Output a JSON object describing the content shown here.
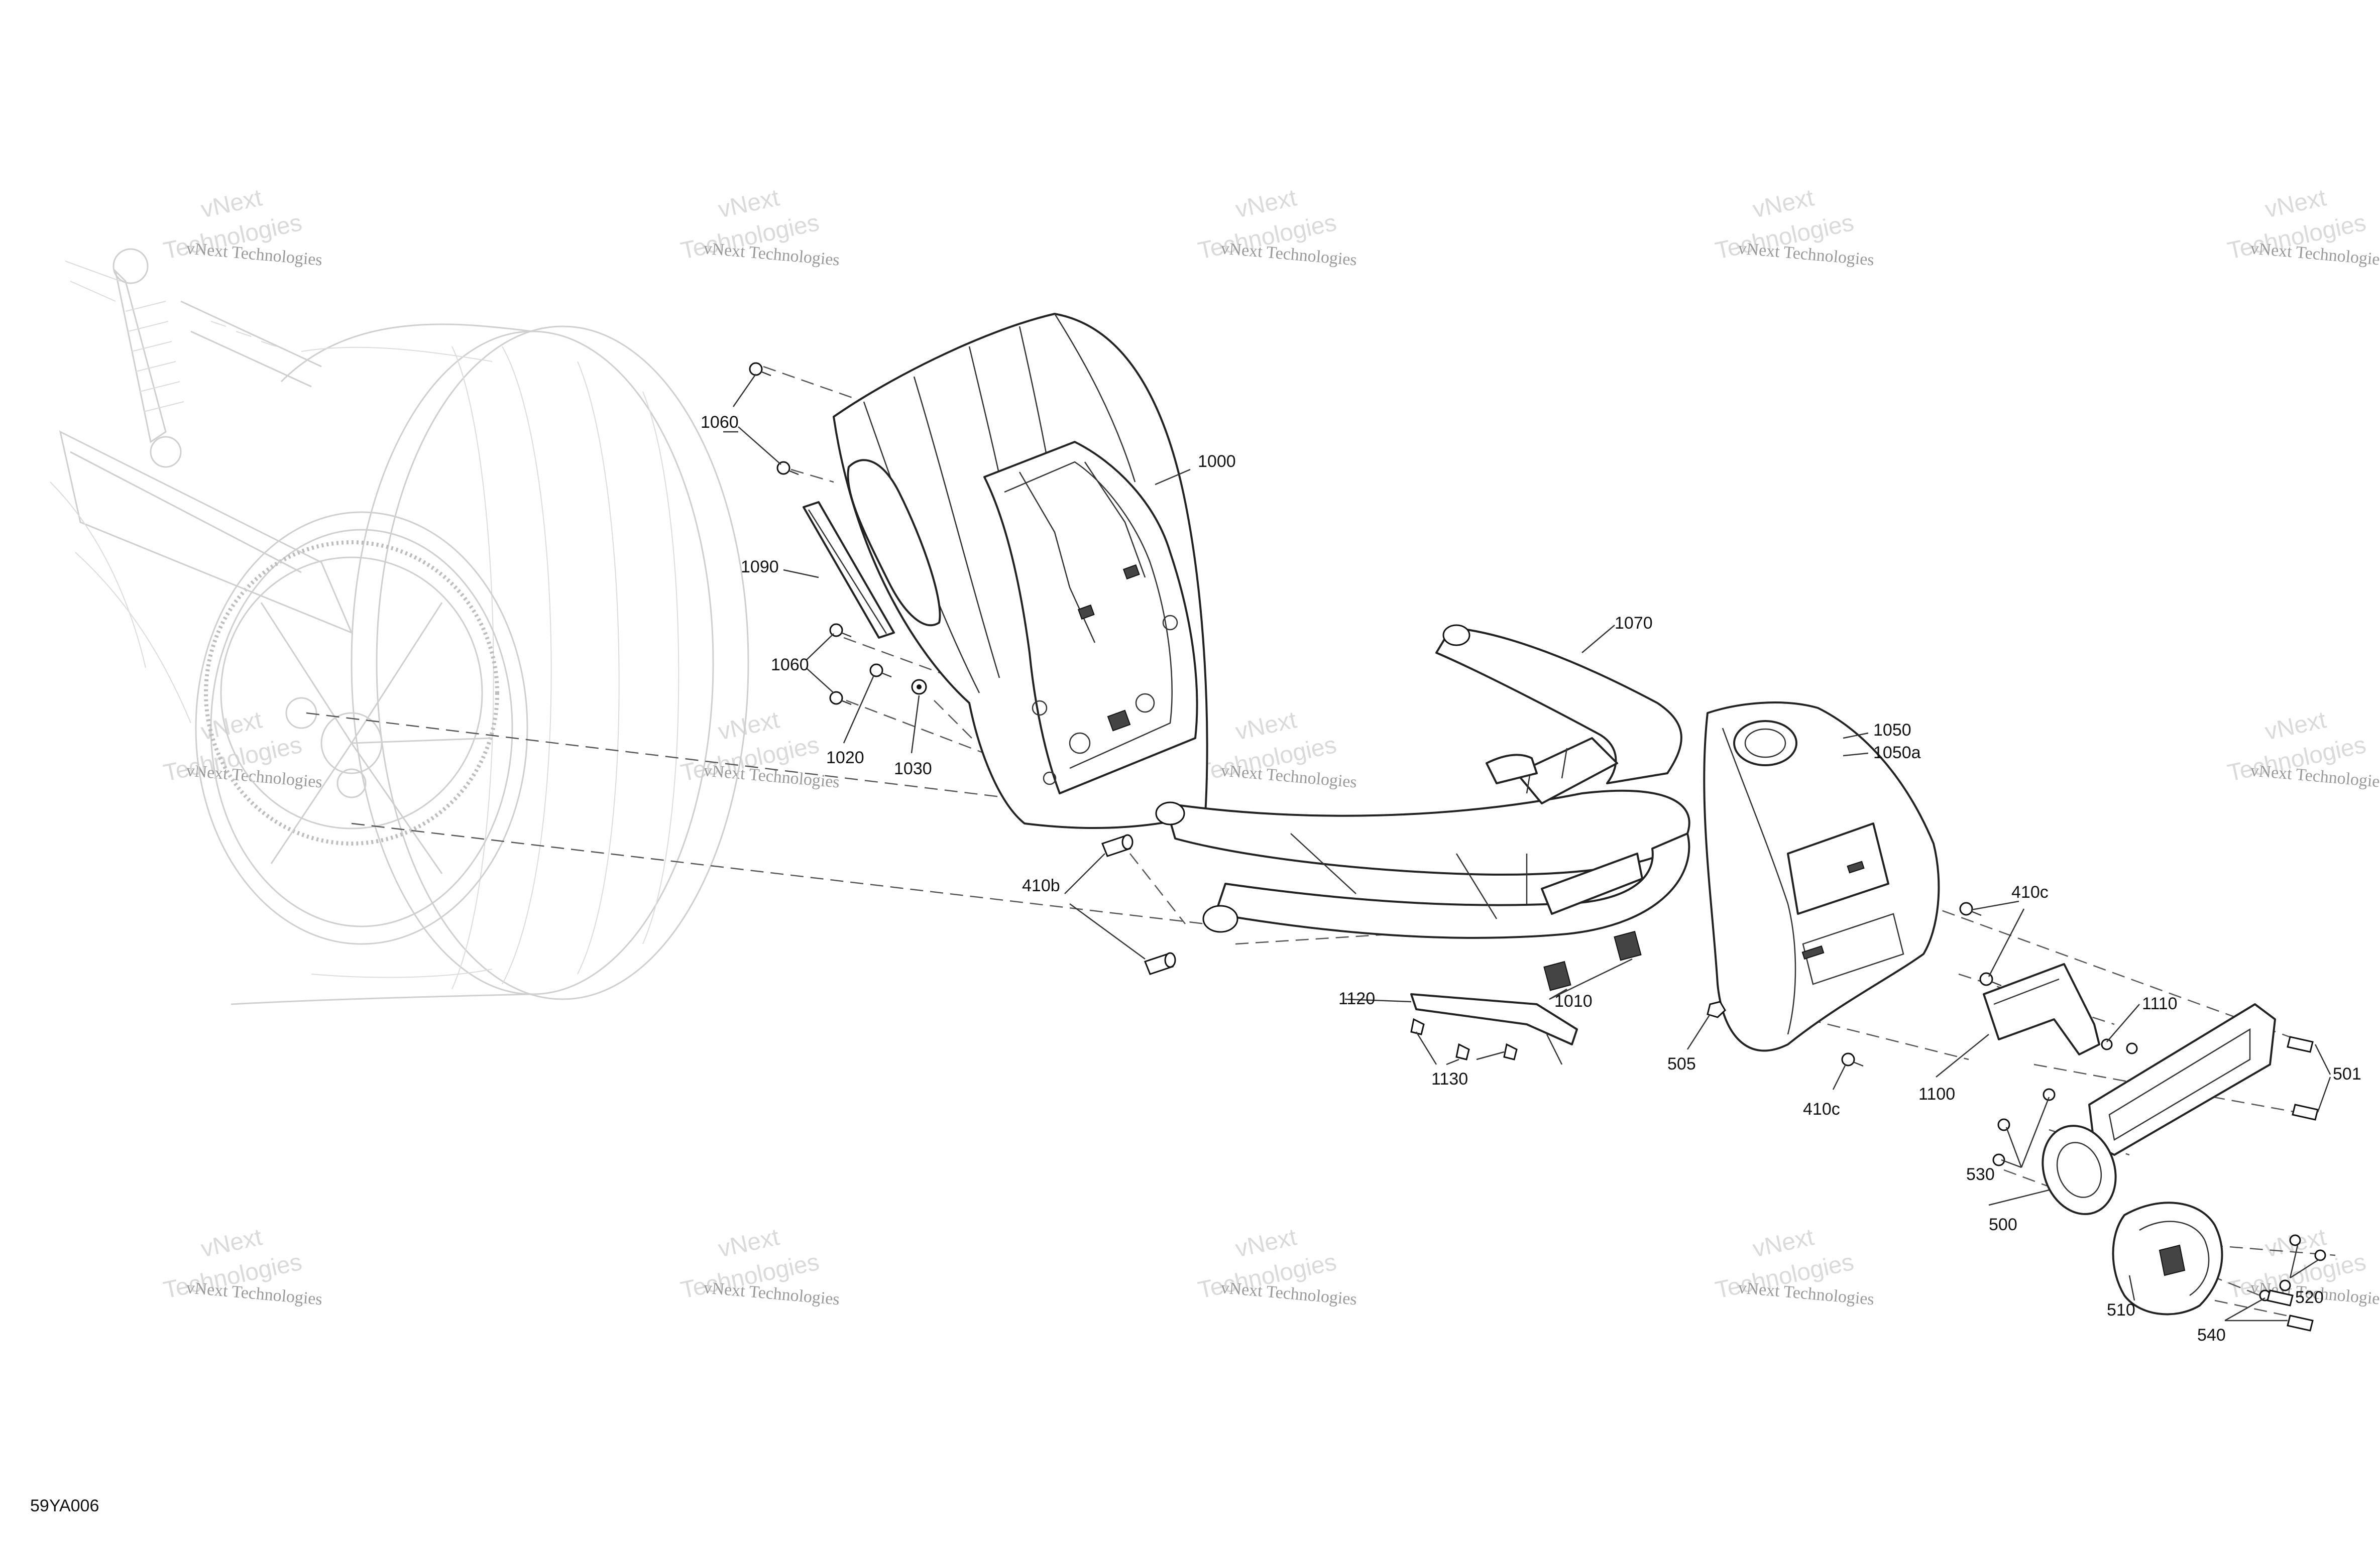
{
  "diagram_code": "59YA006",
  "callouts": [
    {
      "id": "1000",
      "text": "1000"
    },
    {
      "id": "1060a",
      "text": "1060"
    },
    {
      "id": "1090",
      "text": "1090"
    },
    {
      "id": "1060b",
      "text": "1060"
    },
    {
      "id": "1020",
      "text": "1020"
    },
    {
      "id": "1030",
      "text": "1030"
    },
    {
      "id": "410b",
      "text": "410b"
    },
    {
      "id": "1070",
      "text": "1070"
    },
    {
      "id": "1050",
      "text": "1050"
    },
    {
      "id": "1050a",
      "text": "1050a"
    },
    {
      "id": "410c-a",
      "text": "410c"
    },
    {
      "id": "1120",
      "text": "1120"
    },
    {
      "id": "1010",
      "text": "1010"
    },
    {
      "id": "1130",
      "text": "1130"
    },
    {
      "id": "505",
      "text": "505"
    },
    {
      "id": "410c-b",
      "text": "410c"
    },
    {
      "id": "1110",
      "text": "1110"
    },
    {
      "id": "1100",
      "text": "1100"
    },
    {
      "id": "501",
      "text": "501"
    },
    {
      "id": "530",
      "text": "530"
    },
    {
      "id": "500",
      "text": "500"
    },
    {
      "id": "510",
      "text": "510"
    },
    {
      "id": "520",
      "text": "520"
    },
    {
      "id": "540",
      "text": "540"
    }
  ],
  "watermark": {
    "line1": "vNext",
    "line2": "Technologies",
    "small": "vNext Technologies"
  }
}
